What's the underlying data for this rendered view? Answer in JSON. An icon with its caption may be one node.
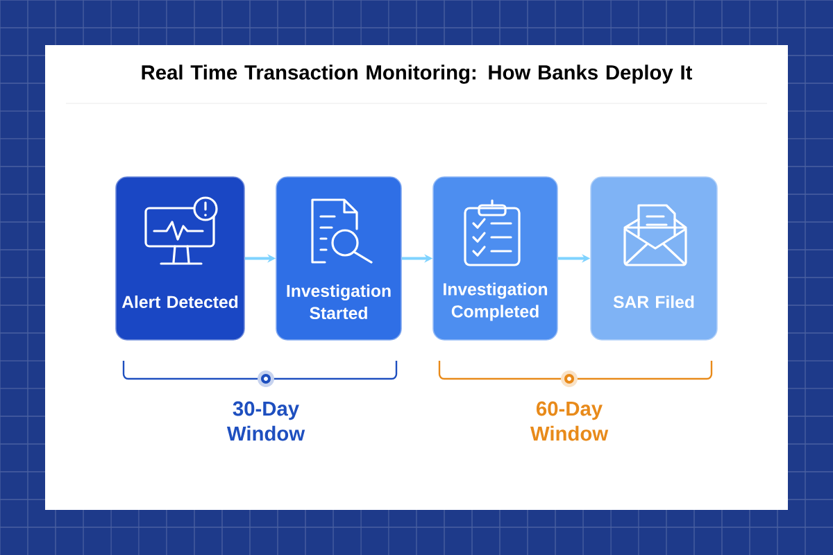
{
  "diagram": {
    "title": "Real Time Transaction Monitoring: How Banks Deploy It",
    "nodes": [
      {
        "text": [
          "Alert Detected"
        ]
      },
      {
        "text": [
          "Investigation Started"
        ]
      },
      {
        "text": [
          "Investigation Completed"
        ]
      },
      {
        "text": [
          "SAR Filed"
        ]
      }
    ],
    "edges": [
      {
        "from": 0,
        "to": 1,
        "arrow": "to"
      },
      {
        "from": 1,
        "to": 2,
        "arrow": "to"
      },
      {
        "from": 2,
        "to": 3,
        "arrow": "to"
      }
    ],
    "labels": [
      "30-Day Window",
      "60-Day Window"
    ]
  }
}
